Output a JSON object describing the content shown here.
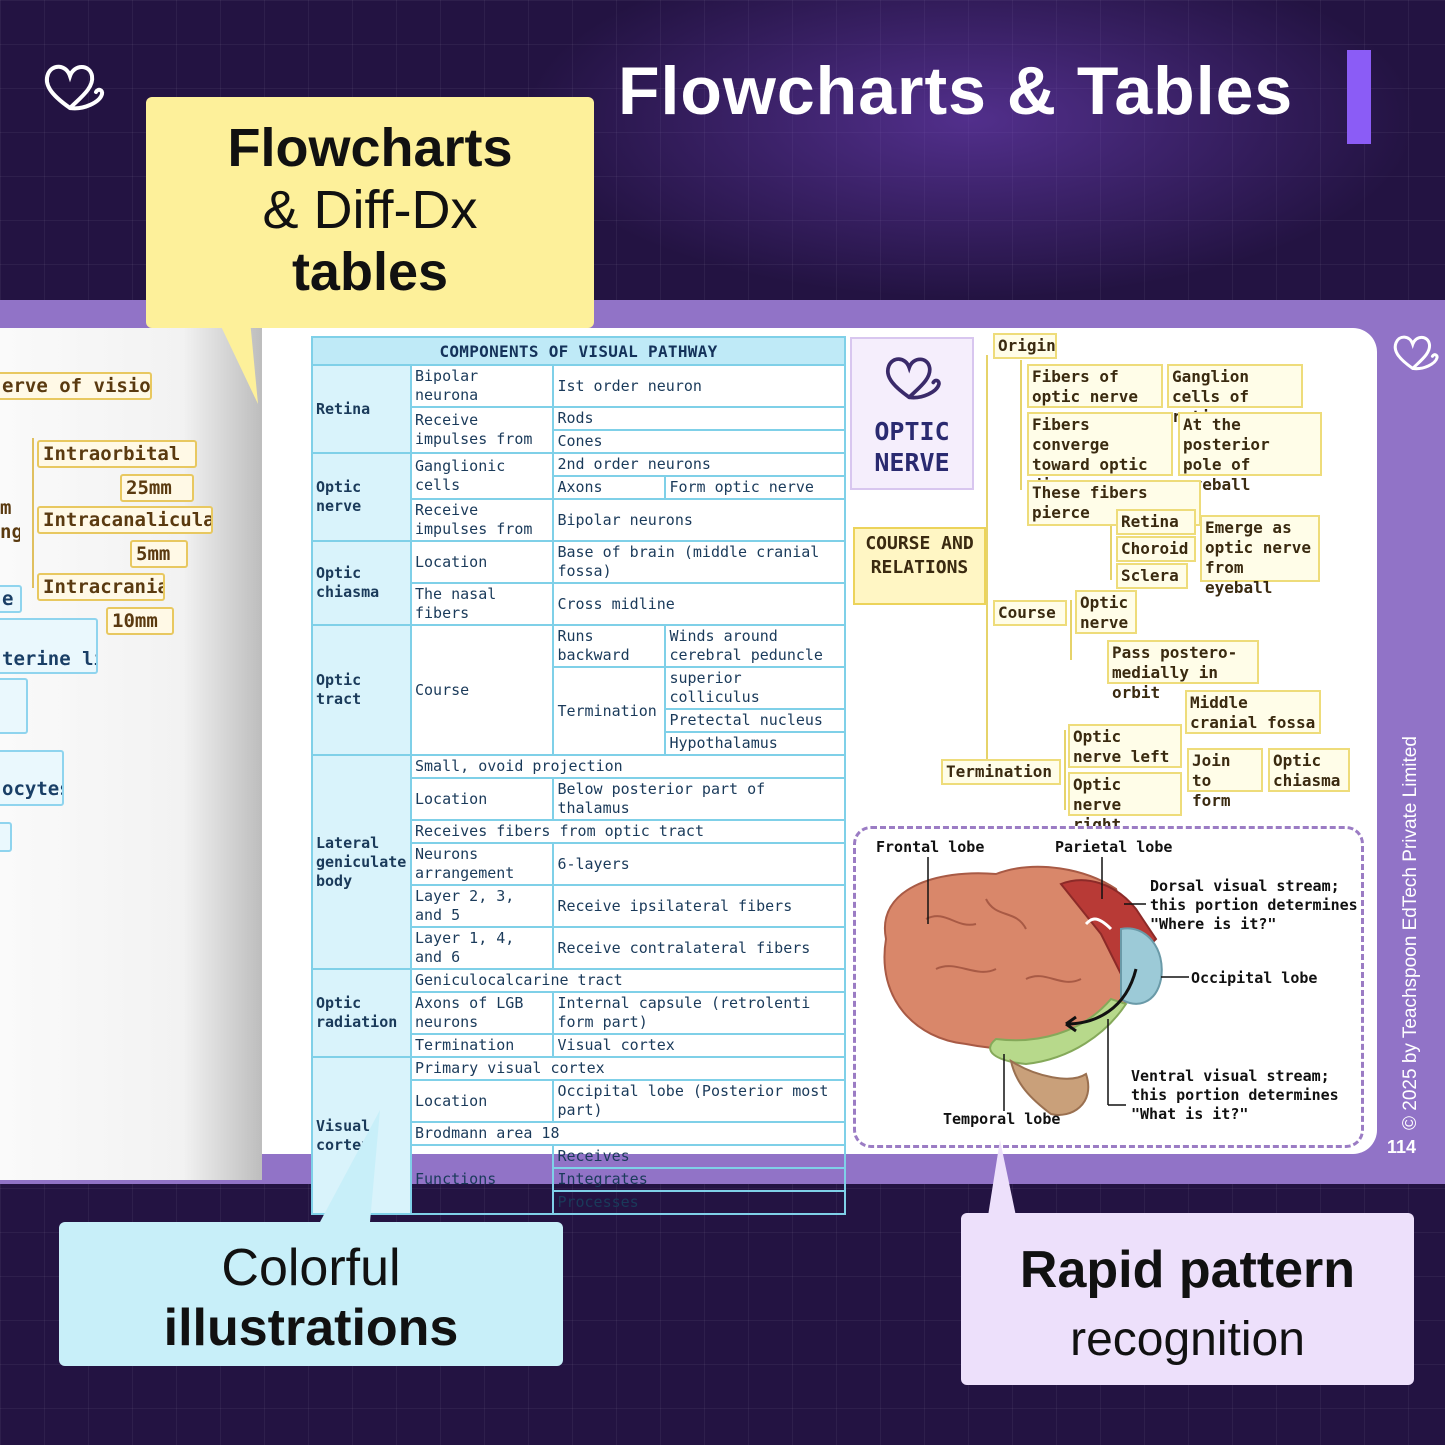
{
  "header": {
    "title": "Flowcharts & Tables",
    "accent_color": "#8b5cf6"
  },
  "callouts": {
    "flowcharts": {
      "line1": "Flowcharts",
      "line2": "& Diff-Dx",
      "line3": "tables"
    },
    "illustrations": {
      "line1": "Colorful",
      "line2": "illustrations"
    },
    "pattern": {
      "line1": "Rapid pattern",
      "line2": "recognition"
    }
  },
  "left_page": {
    "tags": [
      "erve of vision",
      "Intraorbital",
      "25mm",
      "m",
      "ng",
      "Intracanalicular",
      "5mm",
      "e",
      "Intracranial",
      "10mm",
      "terine life",
      "ocytes"
    ]
  },
  "table": {
    "title": "COMPONENTS OF VISUAL PATHWAY",
    "retina": {
      "label": "Retina",
      "c1": "Bipolar neurona",
      "c2": "Ist order neuron",
      "c3": "Receive impulses from",
      "c4": "Rods",
      "c5": "Cones"
    },
    "optic_nerve": {
      "label": "Optic nerve",
      "c1": "Ganglionic cells",
      "c2": "2nd order neurons",
      "c3": "Axons",
      "c4": "Form optic nerve",
      "c5": "Receive impulses from",
      "c6": "Bipolar neurons"
    },
    "optic_chiasma": {
      "label": "Optic chiasma",
      "c1": "Location",
      "c2": "Base of brain (middle cranial fossa)",
      "c3": "The nasal fibers",
      "c4": "Cross midline"
    },
    "optic_tract": {
      "label": "Optic tract",
      "c1": "Course",
      "c2": "Runs backward",
      "c3": "Winds around cerebral peduncle",
      "c4": "Termination",
      "c5": "superior colliculus",
      "c6": "Pretectal nucleus",
      "c7": "Hypothalamus"
    },
    "lgb": {
      "label": "Lateral geniculate body",
      "c1": "Small, ovoid projection",
      "c2": "Location",
      "c3": "Below posterior part of thalamus",
      "c4": "Receives fibers from optic tract",
      "c5": "Neurons arrangement",
      "c6": "6-layers",
      "c7": "Layer 2, 3, and 5",
      "c8": "Receive ipsilateral fibers",
      "c9": "Layer 1, 4, and 6",
      "c10": "Receive contralateral fibers"
    },
    "optic_radiation": {
      "label": "Optic radiation",
      "c1": "Geniculocalcarine tract",
      "c2": "Axons of LGB neurons",
      "c3": "Internal capsule (retrolenti form part)",
      "c4": "Termination",
      "c5": "Visual cortex"
    },
    "visual_cortex": {
      "label": "Visual cortex",
      "c1": "Primary visual cortex",
      "c2": "Location",
      "c3": "Occipital lobe (Posterior most part)",
      "c4": "Brodmann area 18",
      "c5": "Functions",
      "c6": "Receives",
      "c7": "Integrates",
      "c8": "Processes"
    }
  },
  "optic_nerve_chart": {
    "box_line1": "OPTIC",
    "box_line2": "NERVE",
    "course_relations": "COURSE AND RELATIONS",
    "origin": "Origin",
    "fibers_of": "Fibers of optic nerve",
    "ganglion": "Ganglion cells of retina",
    "fibers_converge": "Fibers converge toward optic disc",
    "at_posterior": "At the posterior pole of eyeball",
    "fibers_pierce": "These fibers pierce",
    "retina": "Retina",
    "choroid": "Choroid",
    "sclera": "Sclera",
    "emerge": "Emerge as optic nerve from eyeball",
    "course": "Course",
    "optic_nerve": "Optic nerve",
    "pass": "Pass postero-medially in orbit",
    "middle_fossa": "Middle cranial fossa",
    "termination": "Termination",
    "on_left": "Optic nerve left",
    "on_right": "Optic nerve right",
    "join": "Join to form",
    "chiasma": "Optic chiasma"
  },
  "brain": {
    "frontal": "Frontal lobe",
    "parietal": "Parietal lobe",
    "dorsal": "Dorsal visual stream; this portion determines \"Where is it?\"",
    "occipital": "Occipital lobe",
    "ventral": "Ventral visual stream; this portion determines \"What is it?\"",
    "temporal": "Temporal lobe"
  },
  "footer": {
    "copyright": "© 2025 by Teachspoon EdTech Private Limited",
    "page_number": "114"
  }
}
